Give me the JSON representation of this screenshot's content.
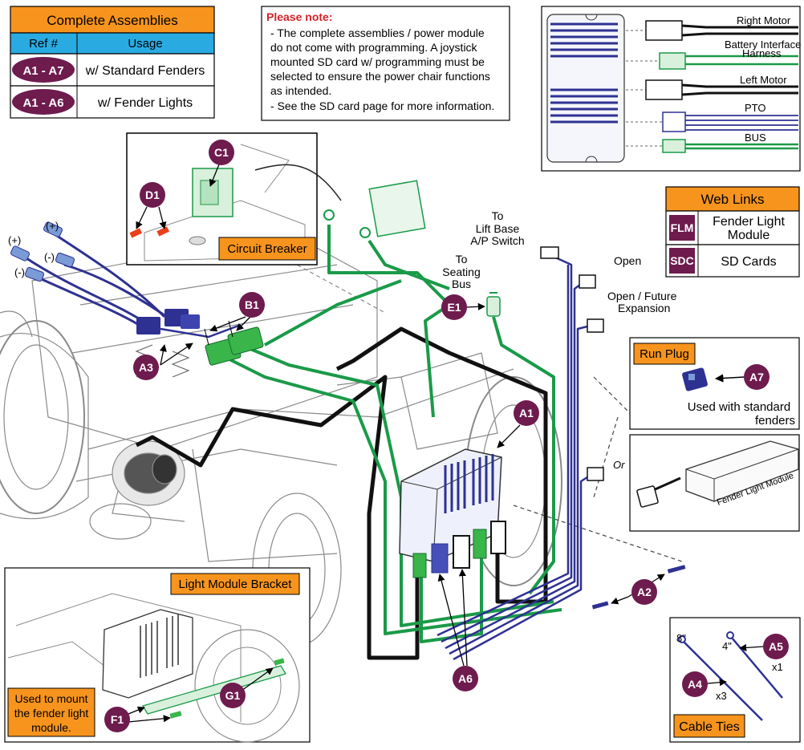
{
  "colors": {
    "plum": "#6e1b4e",
    "orange": "#f7941d",
    "blue": "#29abe2",
    "harness_blue": "#2e3192",
    "harness_green": "#1a9a48",
    "connector_green": "#39b54a",
    "red_note": "#d2232a",
    "line": "#222222",
    "sketch": "#8a8a8a"
  },
  "assemblies": {
    "title": "Complete Assemblies",
    "col_ref": "Ref #",
    "col_usage": "Usage",
    "rows": [
      {
        "ref": "A1 - A7",
        "usage": "w/ Standard Fenders"
      },
      {
        "ref": "A1 - A6",
        "usage": "w/ Fender Lights"
      }
    ]
  },
  "note": {
    "title": "Please note:",
    "lines": [
      "- The complete assemblies / power module",
      "do not come with programming. A joystick",
      "mounted SD card w/ programming must be",
      "selected to ensure the power chair functions",
      "as intended.",
      "- See the SD card page for more information."
    ]
  },
  "module_labels": {
    "right_motor": "Right Motor",
    "battery_1": "Battery Interface",
    "battery_2": "Harness",
    "left_motor": "Left Motor",
    "pto": "PTO",
    "bus": "BUS"
  },
  "web_links": {
    "title": "Web Links",
    "rows": [
      {
        "code": "FLM",
        "label_1": "Fender Light",
        "label_2": "Module"
      },
      {
        "code": "SDC",
        "label_1": "SD Cards",
        "label_2": ""
      }
    ]
  },
  "callouts": {
    "a1": "A1",
    "a2": "A2",
    "a3": "A3",
    "a4": "A4",
    "a5": "A5",
    "a6": "A6",
    "a7": "A7",
    "b1": "B1",
    "c1": "C1",
    "d1": "D1",
    "e1": "E1",
    "f1": "F1",
    "g1": "G1"
  },
  "labels": {
    "circuit_breaker": "Circuit Breaker",
    "run_plug": "Run Plug",
    "used_with_1": "Used with standard",
    "used_with_2": "fenders",
    "light_module_bracket": "Light Module Bracket",
    "used_to_mount_1": "Used to mount",
    "used_to_mount_2": "the fender light",
    "used_to_mount_3": "module.",
    "cable_ties": "Cable Ties",
    "to_lift_1": "To",
    "to_lift_2": "Lift Base",
    "to_lift_3": "A/P Switch",
    "to_seating_1": "To",
    "to_seating_2": "Seating",
    "to_seating_3": "Bus",
    "open": "Open",
    "open_future_1": "Open / Future",
    "open_future_2": "Expansion",
    "or": "Or",
    "plus_1": "(+)",
    "plus_2": "(+)",
    "minus_1": "(-)",
    "minus_2": "(-)",
    "fender_light_module": "Fender Light Module",
    "tie_8": "8\"",
    "tie_4": "4\"",
    "x1": "x1",
    "x3": "x3"
  }
}
